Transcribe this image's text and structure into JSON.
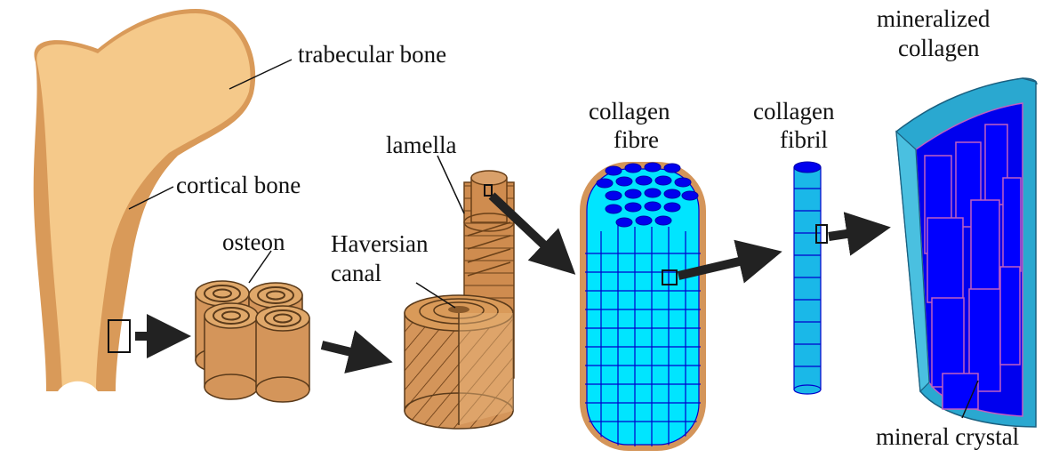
{
  "labels": {
    "trabecular": "trabecular bone",
    "cortical": "cortical bone",
    "osteon": "osteon",
    "haversian_line1": "Haversian",
    "haversian_line2": "canal",
    "lamella": "lamella",
    "fibre_line1": "collagen",
    "fibre_line2": "fibre",
    "fibril_line1": "collagen",
    "fibril_line2": "fibril",
    "mineralized_line1": "mineralized",
    "mineralized_line2": "collagen",
    "mineral_crystal": "mineral crystal"
  },
  "colors": {
    "bone_light": "#f5c98a",
    "bone_dark": "#d99a59",
    "osteon_fill": "#d4955a",
    "osteon_dark": "#8a5a2b",
    "fibre_outer": "#d4955a",
    "fibre_cyan": "#00e5ff",
    "fibre_blue": "#0000ee",
    "fibril_cyan": "#1ab8e8",
    "crystal_blue": "#0000ff",
    "crystal_edge": "#c060c0",
    "shell_teal": "#2aa8d0",
    "arrow": "#222222"
  }
}
